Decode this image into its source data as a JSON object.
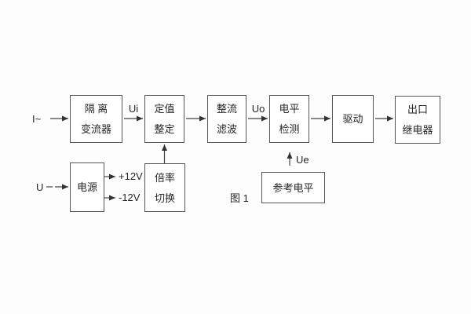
{
  "figure": {
    "caption": "图 1",
    "inputs": {
      "current": "I~",
      "voltage": "U"
    },
    "signals": {
      "ui": "Ui",
      "uo": "Uo",
      "ue": "Ue",
      "plus12v": "+12V",
      "minus12v": "-12V"
    },
    "blocks": {
      "isolation": {
        "line1": "隔 离",
        "line2": "变流器"
      },
      "setting": {
        "line1": "定值",
        "line2": "整定"
      },
      "rectify": {
        "line1": "整流",
        "line2": "滤波"
      },
      "level": {
        "line1": "电平",
        "line2": "检测"
      },
      "drive": {
        "label": "驱动"
      },
      "relay": {
        "line1": "出口",
        "line2": "继电器"
      },
      "power": {
        "label": "电源"
      },
      "ratio": {
        "line1": "倍率",
        "line2": "切换"
      },
      "reference": {
        "label": "参考电平"
      }
    },
    "colors": {
      "background": "#fdfdfd",
      "box_fill": "#ffffff",
      "line": "#444444",
      "text": "#262626"
    }
  }
}
